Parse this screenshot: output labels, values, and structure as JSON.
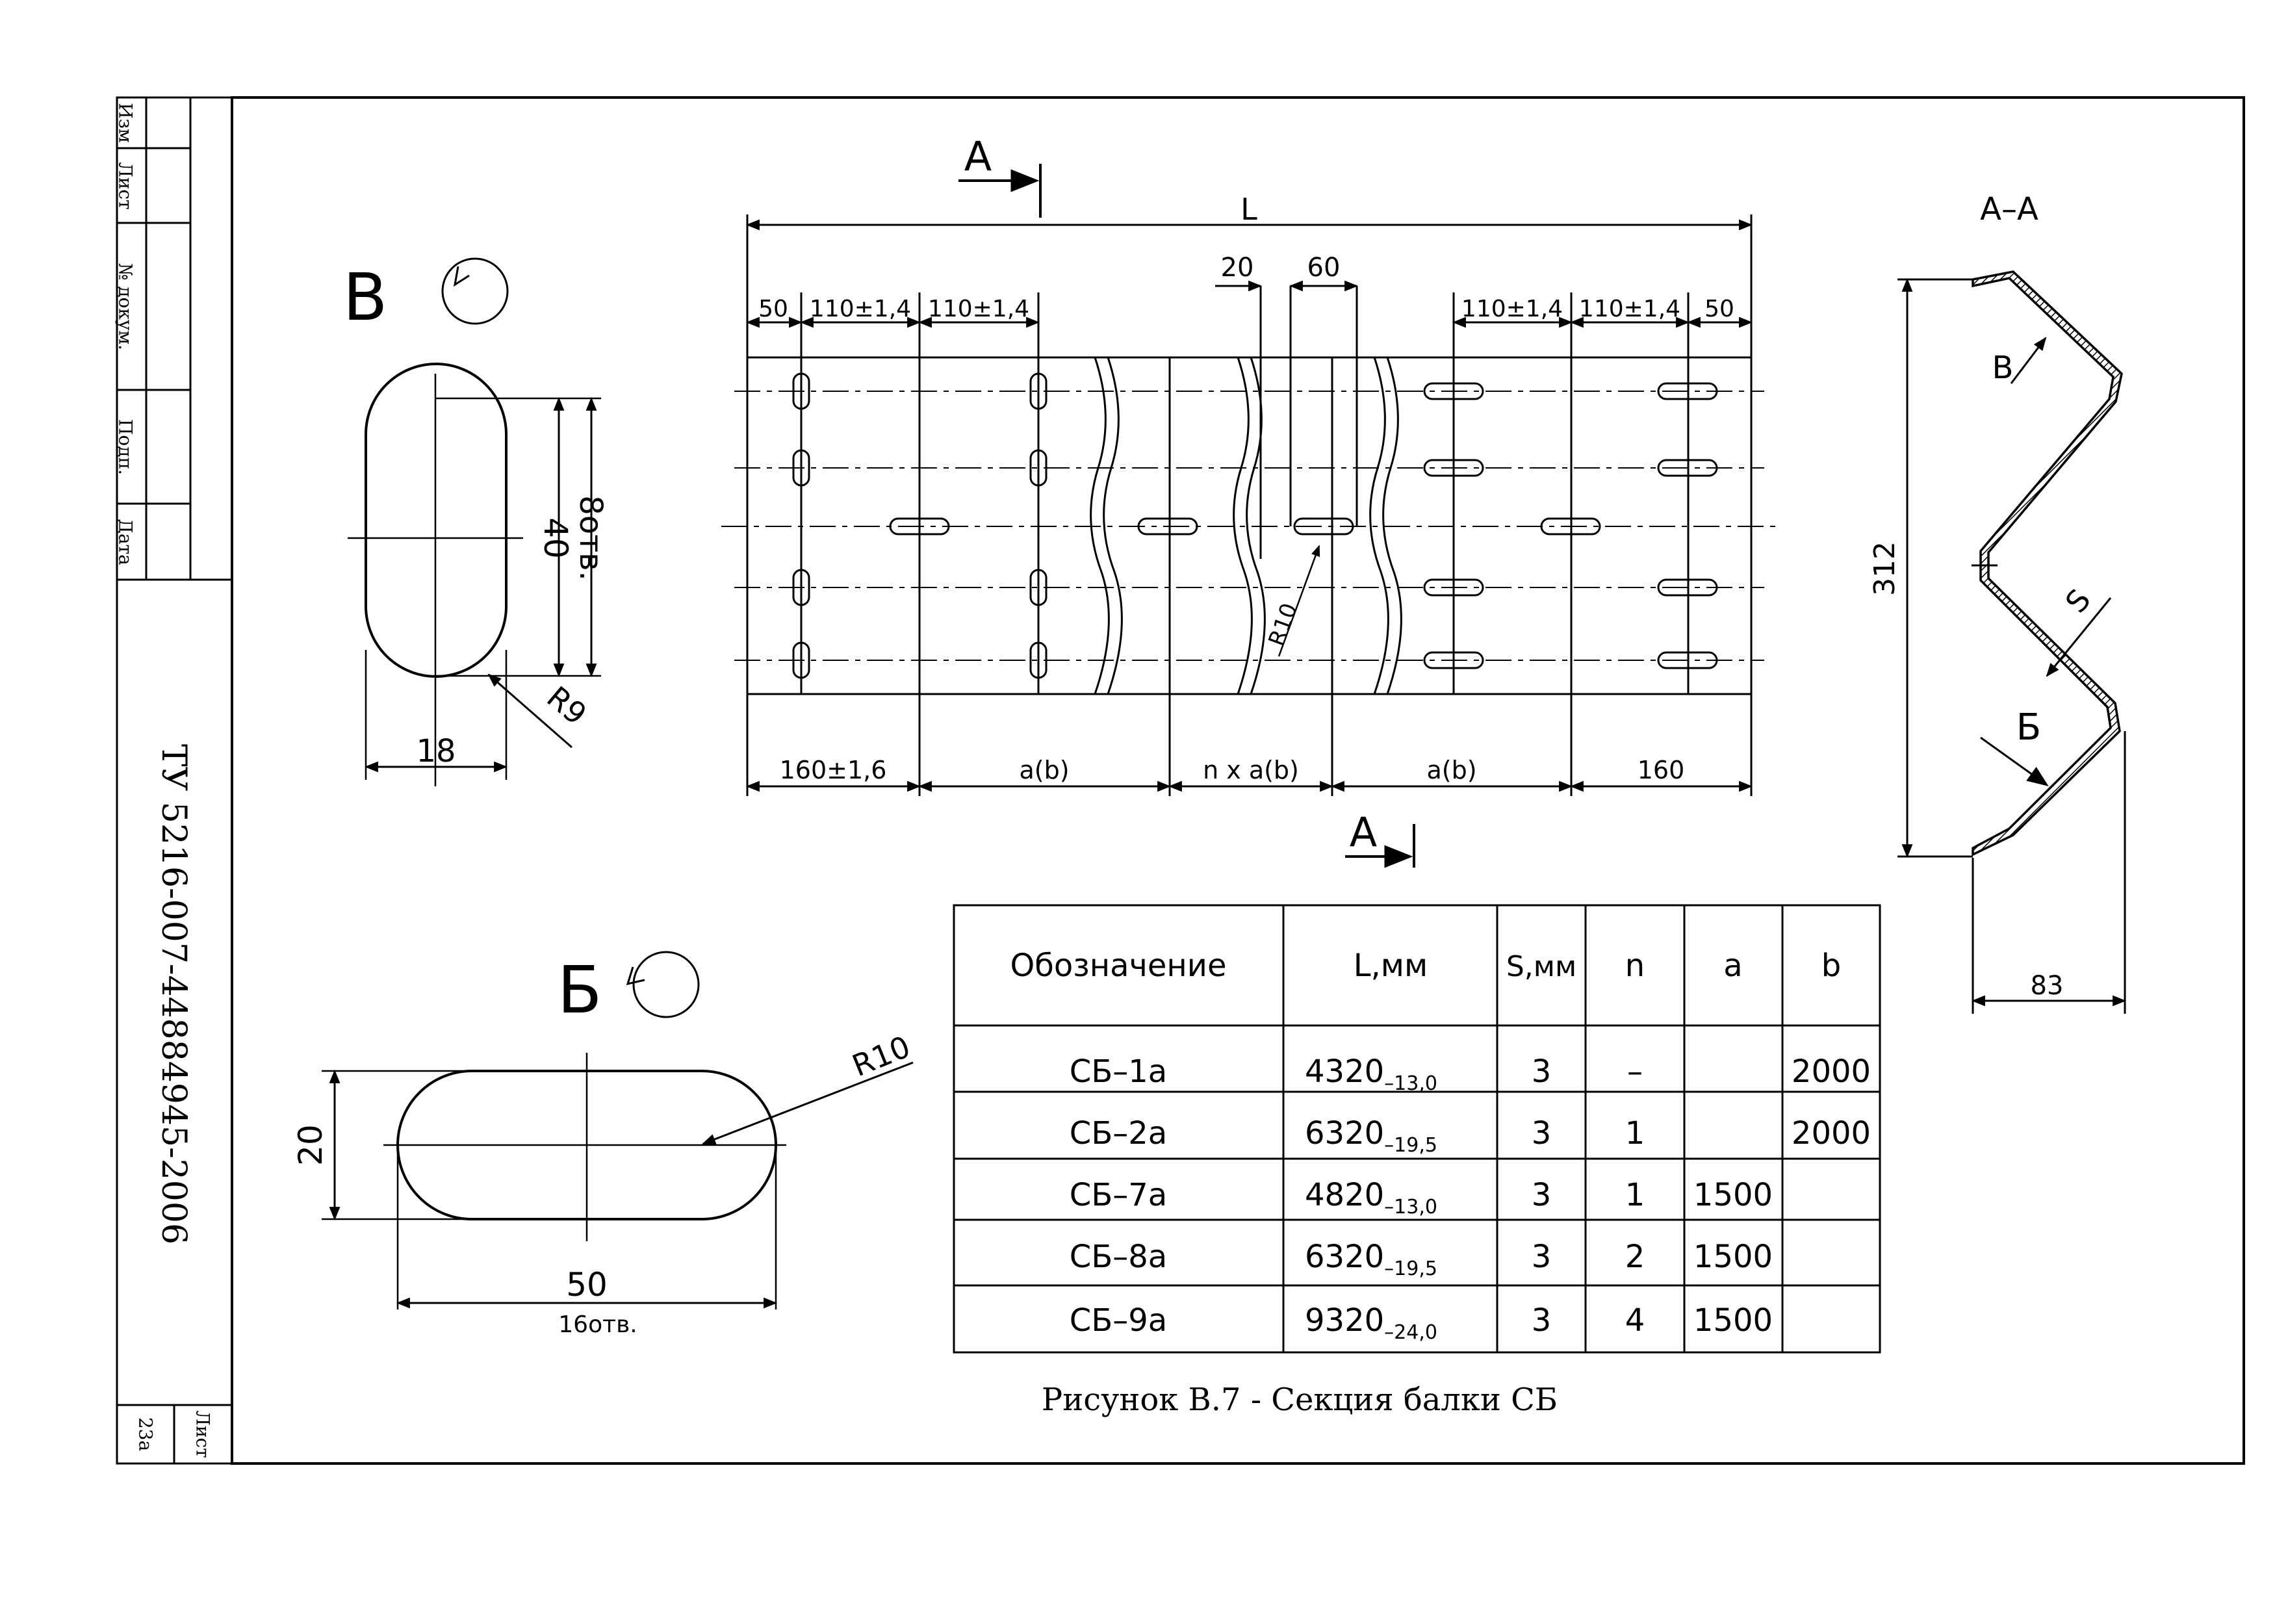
{
  "title_block": {
    "izm": "Изм",
    "list": "Лист",
    "doc_no": "№ докум.",
    "podp": "Подп.",
    "date": "Дата",
    "doc_code": "ТУ 5216-007-44884945-2006",
    "sheet_label": "Лист",
    "sheet_no": "23а"
  },
  "view_v": {
    "label": "В",
    "dim_height": "40",
    "holes_count": "8отв.",
    "dim_width": "18",
    "radius": "R9"
  },
  "view_b": {
    "label": "Б",
    "radius": "R10",
    "dim_height": "20",
    "dim_width": "50",
    "holes_count": "16отв."
  },
  "beam_view": {
    "section_mark": "А",
    "overall_length": "L",
    "dims_top": [
      "50",
      "110±1,4",
      "110±1,4",
      "20",
      "60",
      "110±1,4",
      "110±1,4",
      "50"
    ],
    "dims_bottom": [
      "160±1,6",
      "a(b)",
      "n x a(b)",
      "a(b)",
      "160"
    ],
    "radius": "R10"
  },
  "section_aa": {
    "title": "А–А",
    "height": "312",
    "depth": "83",
    "view_b_mark": "В",
    "view_bb_mark": "Б",
    "thickness": "S"
  },
  "table": {
    "headers": [
      "Обозначение",
      "L,мм",
      "S,мм",
      "n",
      "a",
      "b"
    ],
    "rows": [
      {
        "designation": "СБ–1а",
        "L": "4320",
        "L_tol": "–13,0",
        "S": "3",
        "n": "–",
        "a": "",
        "b": "2000"
      },
      {
        "designation": "СБ–2а",
        "L": "6320",
        "L_tol": "–19,5",
        "S": "3",
        "n": "1",
        "a": "",
        "b": "2000"
      },
      {
        "designation": "СБ–7а",
        "L": "4820",
        "L_tol": "–13,0",
        "S": "3",
        "n": "1",
        "a": "1500",
        "b": ""
      },
      {
        "designation": "СБ–8а",
        "L": "6320",
        "L_tol": "–19,5",
        "S": "3",
        "n": "2",
        "a": "1500",
        "b": ""
      },
      {
        "designation": "СБ–9а",
        "L": "9320",
        "L_tol": "–24,0",
        "S": "3",
        "n": "4",
        "a": "1500",
        "b": ""
      }
    ]
  },
  "caption": "Рисунок В.7 - Секция балки СБ"
}
